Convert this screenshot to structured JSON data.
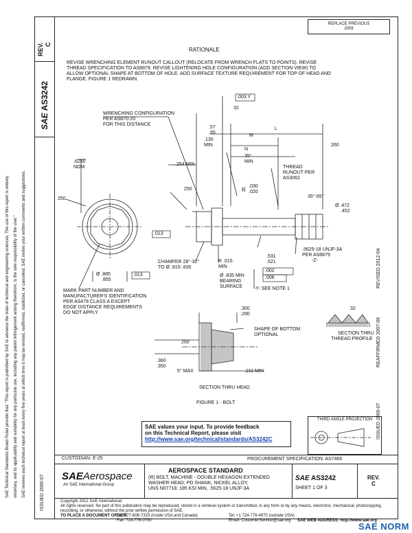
{
  "header": {
    "doc_number": "AS3242",
    "rev_label": "REV.",
    "rev_value": "C",
    "issued": "ISSUED 2000-07",
    "reaffirmed": "REAFFIRMED 2007-06",
    "revised": "REVISED 2012-04",
    "prev_doc_box_line1": "REPLACE PREVIOUS",
    "prev_doc_box_line2": "2008"
  },
  "left_margin_text": {
    "line1": "SAE Technical Standards Board Rules provide that: \"This report is published by SAE to advance the state of technical and engineering sciences. The use of this report is entirely",
    "line2": "voluntary, and its applicability and suitability for any particular use, including any patent infringement arising therefrom, is the sole responsibility of the user.\"",
    "line3": "SAE reviews each technical report at least every five years at which time it may be revised, reaffirmed, stabilized, or cancelled. SAE invites your written comments and suggestions."
  },
  "rationale": {
    "title": "RATIONALE",
    "text1": "REVISE WRENCHING ELEMENT RUNOUT CALLOUT (RELOCATE FROM WRENCH FLATS TO POINTS). REVISE",
    "text2": "THREAD SPECIFICATION TO AS8879. REVISE LIGHTENING HOLE CONFIGURATION (ADD SECTION VIEW) TO",
    "text3": "ALLOW OPTIONAL SHAPE AT BOTTOM OF HOLE. ADD SURFACE TEXTURE REQUIREMENT FOR TOP OF HEAD AND",
    "text4": "FLANGE. FIGURE 1 REDRAWN."
  },
  "drawing": {
    "wrench_config1": "WRENCHING CONFIGURATION",
    "wrench_config2": "PER AS870-20",
    "wrench_config3": "FOR THIS DISTANCE",
    "dim_6250": ".6250",
    "dim_nom": "NOM",
    "dim_250a": "250",
    "dim_250b": "250",
    "dim_254": ".254 MIN",
    "dim_003": ".003",
    "dim_y": "Y",
    "dim_32a": "32",
    "dim_57": ".57",
    "dim_55": ".55",
    "dim_130": ".130",
    "dim_min": "MIN",
    "dim_m": "M",
    "dim_n": "N",
    "dim_l": "L",
    "dim_35": "35°",
    "dim_min2": "MIN",
    "dim_260": "260",
    "dim_r030": ".030",
    "dim_r020": ".020",
    "dim_r": "R",
    "thread1": "THREAD",
    "thread2": "RUNOUT PER",
    "thread3": "AS3062",
    "dim_35_55": "35°-55°",
    "dim_472": "Ø .472",
    "dim_452": ".452",
    "dim_013": ".013",
    "thread_spec1": ".5625-18 UNJF-3A",
    "thread_spec2": "PER AS8879",
    "thread_spec3": "-Z-",
    "chamfer1": "CHAMFER 28°-32°",
    "chamfer2": "TO Ø .815-.835",
    "r015": "R .015",
    "r015_min": "MIN",
    "dim_531": ".531",
    "dim_521": ".521",
    "dim_002": ".002",
    "dim_006": ".006",
    "dim_885": "Ø .885",
    "dim_855": ".855",
    "dim_013b": ".013",
    "dim_835": "Ø .835 MIN",
    "bearing1": "BEARING",
    "bearing2": "SURFACE",
    "see_note": "-Y- SEE NOTE 1",
    "mark1": "MARK PART NUMBER AND",
    "mark2": "MANUFACTURER'S IDENTIFICATION",
    "mark3": "PER AS478 CLASS A EXCEPT",
    "mark4": "EDGE DISTANCE REQUIREMENTS",
    "mark5": "DO NOT APPLY",
    "dim_300": ".300",
    "dim_290": ".290",
    "dim_250c": "250",
    "shape1": "SHAPE OF BOTTOM",
    "shape2": "OPTIONAL",
    "dim_360": ".360",
    "dim_350": ".350",
    "dim_5max": "5° MAX",
    "dim_211": ".211 MIN",
    "section_head": "SECTION THRU HEAD",
    "section_thread1": "SECTION THRU",
    "section_thread2": "THREAD PROFILE",
    "dim_32b": "32",
    "figure": "FIGURE 1 - BOLT"
  },
  "feedback": {
    "line1": "SAE values your input. To provide feedback",
    "line2": "on this Technical Report, please visit",
    "link": "http://www.sae.org/technical/standards/AS3242C"
  },
  "third_angle": "THIRD ANGLE PROJECTION",
  "title_block": {
    "custodian": "CUSTODIAN: E-25",
    "procurement": "PROCUREMENT SPECIFICATION: AS7466",
    "logo_sae": "SAE",
    "logo_aero": "Aerospace",
    "logo_sub": "An SAE International Group",
    "standard": "AEROSPACE STANDARD",
    "desc1": "(R) BOLT, MACHINE - DOUBLE HEXAGON EXTENDED",
    "desc2": "WASHER HEAD, PD SHANK, NICKEL ALLOY,",
    "desc3": "UNS N07718, 185 KSI MIN, .5625-18 UNJF-3A",
    "sae_small": "SAE",
    "doc_number": "AS3242",
    "sheet": "SHEET 1 OF 3",
    "rev_label": "REV.",
    "rev_value": "C"
  },
  "footer": {
    "copyright": "Copyright 2012 SAE International",
    "rights1": "All rights reserved. No part of this publication may be reproduced, stored in a retrieval system or transmitted, in any form or by any means, electronic, mechanical, photocopying,",
    "rights2": "recording, or otherwise, without the prior written permission of SAE.",
    "order": "TO PLACE A DOCUMENT ORDER:",
    "tel1": "Tel: 877-606-7323 (inside USA and Canada)",
    "tel2": "Tel: +1 724-776-4970 (outside USA)",
    "fax": "Fax: 724-776-0790",
    "email": "Email: CustomerService@sae.org",
    "web": "SAE WEB ADDRESS: http://www.sae.org"
  },
  "watermark": "SAE NORM"
}
